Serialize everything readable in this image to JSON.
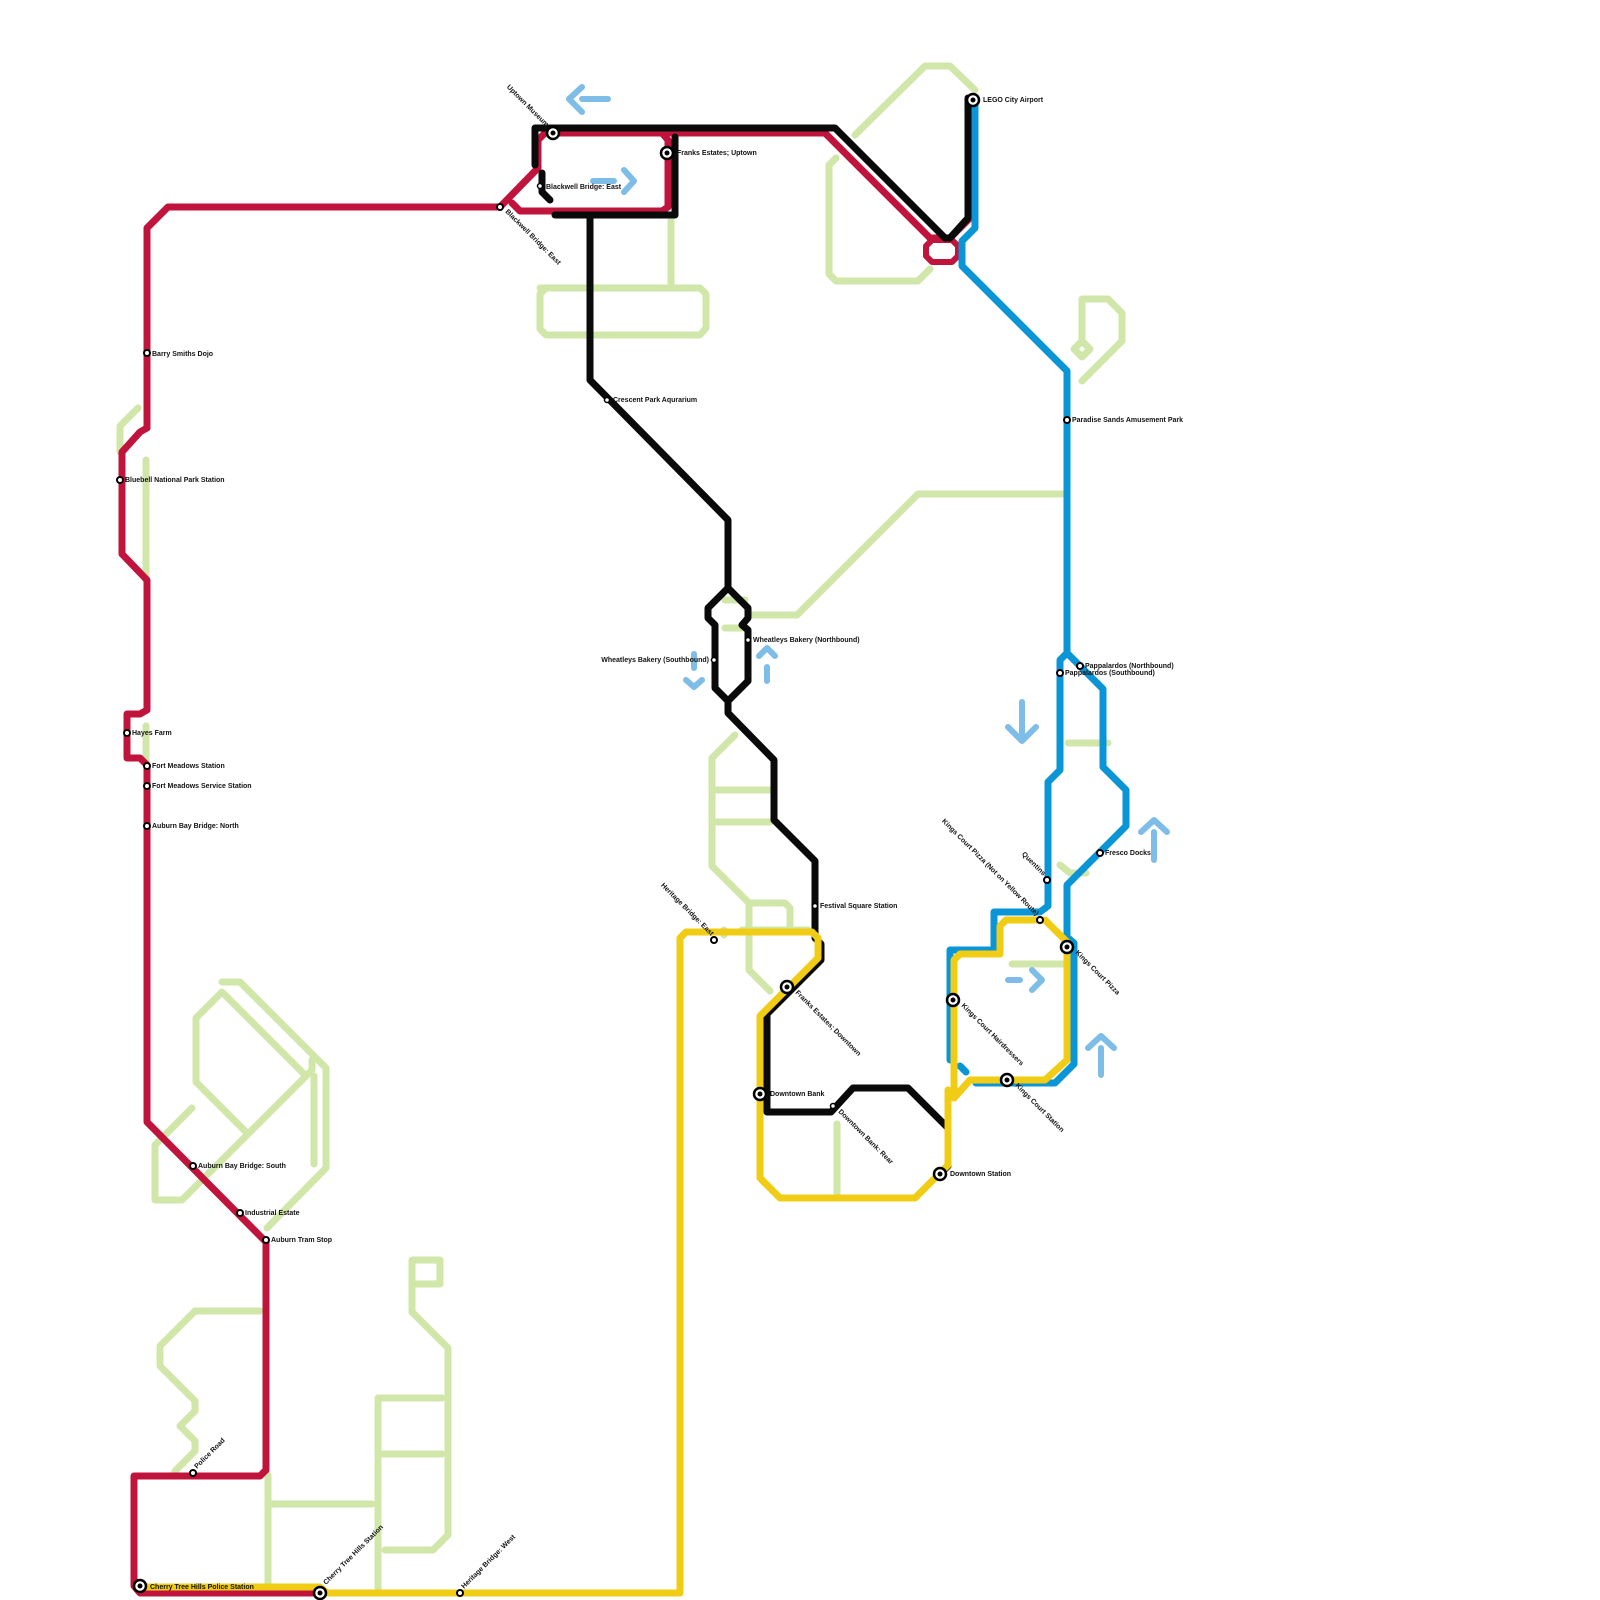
{
  "map": {
    "colors": {
      "red_line": "#c0143c",
      "black_line": "#0a0a0a",
      "blue_line": "#0a96d6",
      "yellow_line": "#f0cc14",
      "green_path": "#d1e7a9",
      "direction_arrow": "#7dbde8"
    },
    "routes": [
      {
        "id": "red",
        "name": "Red Line"
      },
      {
        "id": "black",
        "name": "Black Line"
      },
      {
        "id": "blue",
        "name": "Blue Line"
      },
      {
        "id": "yellow",
        "name": "Yellow Line"
      }
    ],
    "stations": [
      {
        "label": "Uptown Museum",
        "type": "interchange"
      },
      {
        "label": "Franks Estates; Uptown",
        "type": "interchange"
      },
      {
        "label": "Blackwell Bridge: East",
        "type": "stop"
      },
      {
        "label": "Blackwell Bridge: East",
        "type": "stop"
      },
      {
        "label": "LEGO City Airport",
        "type": "interchange"
      },
      {
        "label": "Barry Smiths Dojo",
        "type": "stop"
      },
      {
        "label": "Bluebell National Park Station",
        "type": "stop"
      },
      {
        "label": "Hayes Farm",
        "type": "stop"
      },
      {
        "label": "Fort Meadows Station",
        "type": "stop"
      },
      {
        "label": "Fort Meadows Service Station",
        "type": "stop"
      },
      {
        "label": "Auburn Bay Bridge: North",
        "type": "stop"
      },
      {
        "label": "Auburn Bay Bridge: South",
        "type": "stop"
      },
      {
        "label": "Industrial Estate",
        "type": "stop"
      },
      {
        "label": "Auburn Tram Stop",
        "type": "stop"
      },
      {
        "label": "Police Road",
        "type": "stop"
      },
      {
        "label": "Cherry Tree Hills Police Station",
        "type": "interchange"
      },
      {
        "label": "Cherry Tree Hills Station",
        "type": "interchange"
      },
      {
        "label": "Heritage Bridge: West",
        "type": "stop"
      },
      {
        "label": "Crescent Park Aqurarium",
        "type": "stop"
      },
      {
        "label": "Wheatleys Bakery (Northbound)",
        "type": "stop"
      },
      {
        "label": "Wheatleys Bakery (Southbound)",
        "type": "stop"
      },
      {
        "label": "Festival Square Station",
        "type": "stop"
      },
      {
        "label": "Heritage Bridge: East",
        "type": "stop"
      },
      {
        "label": "Franks Estates; Downtown",
        "type": "interchange"
      },
      {
        "label": "Downtown Bank",
        "type": "interchange"
      },
      {
        "label": "Downtown Bank: Rear",
        "type": "stop"
      },
      {
        "label": "Downtown Station",
        "type": "interchange"
      },
      {
        "label": "Paradise Sands Amusement Park",
        "type": "stop"
      },
      {
        "label": "Pappalardos (Northbound)",
        "type": "stop"
      },
      {
        "label": "Pappalardos (Southbound)",
        "type": "stop"
      },
      {
        "label": "Fresco Docks",
        "type": "stop"
      },
      {
        "label": "Quentins",
        "type": "stop"
      },
      {
        "label": "Kings Court Pizza (Not on Yellow Route)",
        "type": "stop"
      },
      {
        "label": "Kings Court Pizza",
        "type": "interchange"
      },
      {
        "label": "Kings Court Hairdressers",
        "type": "interchange"
      },
      {
        "label": "Kings Court Station",
        "type": "interchange"
      }
    ],
    "direction_arrows": [
      {
        "icon": "arrow-left-icon"
      },
      {
        "icon": "arrow-right-icon"
      },
      {
        "icon": "arrow-down-icon"
      },
      {
        "icon": "arrow-up-icon"
      },
      {
        "icon": "arrow-down-icon"
      },
      {
        "icon": "arrow-up-icon"
      },
      {
        "icon": "arrow-right-icon"
      },
      {
        "icon": "arrow-up-icon"
      }
    ]
  }
}
